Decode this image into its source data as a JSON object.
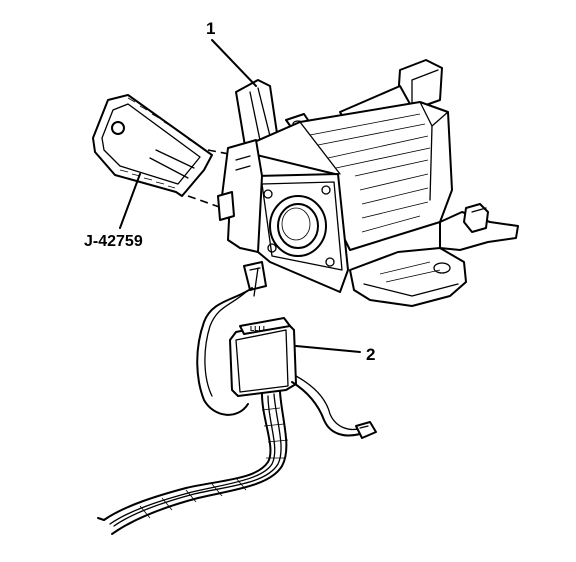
{
  "callouts": {
    "part1": "1",
    "part2": "2",
    "tool": "J-42759"
  },
  "small_label": "LLLL"
}
